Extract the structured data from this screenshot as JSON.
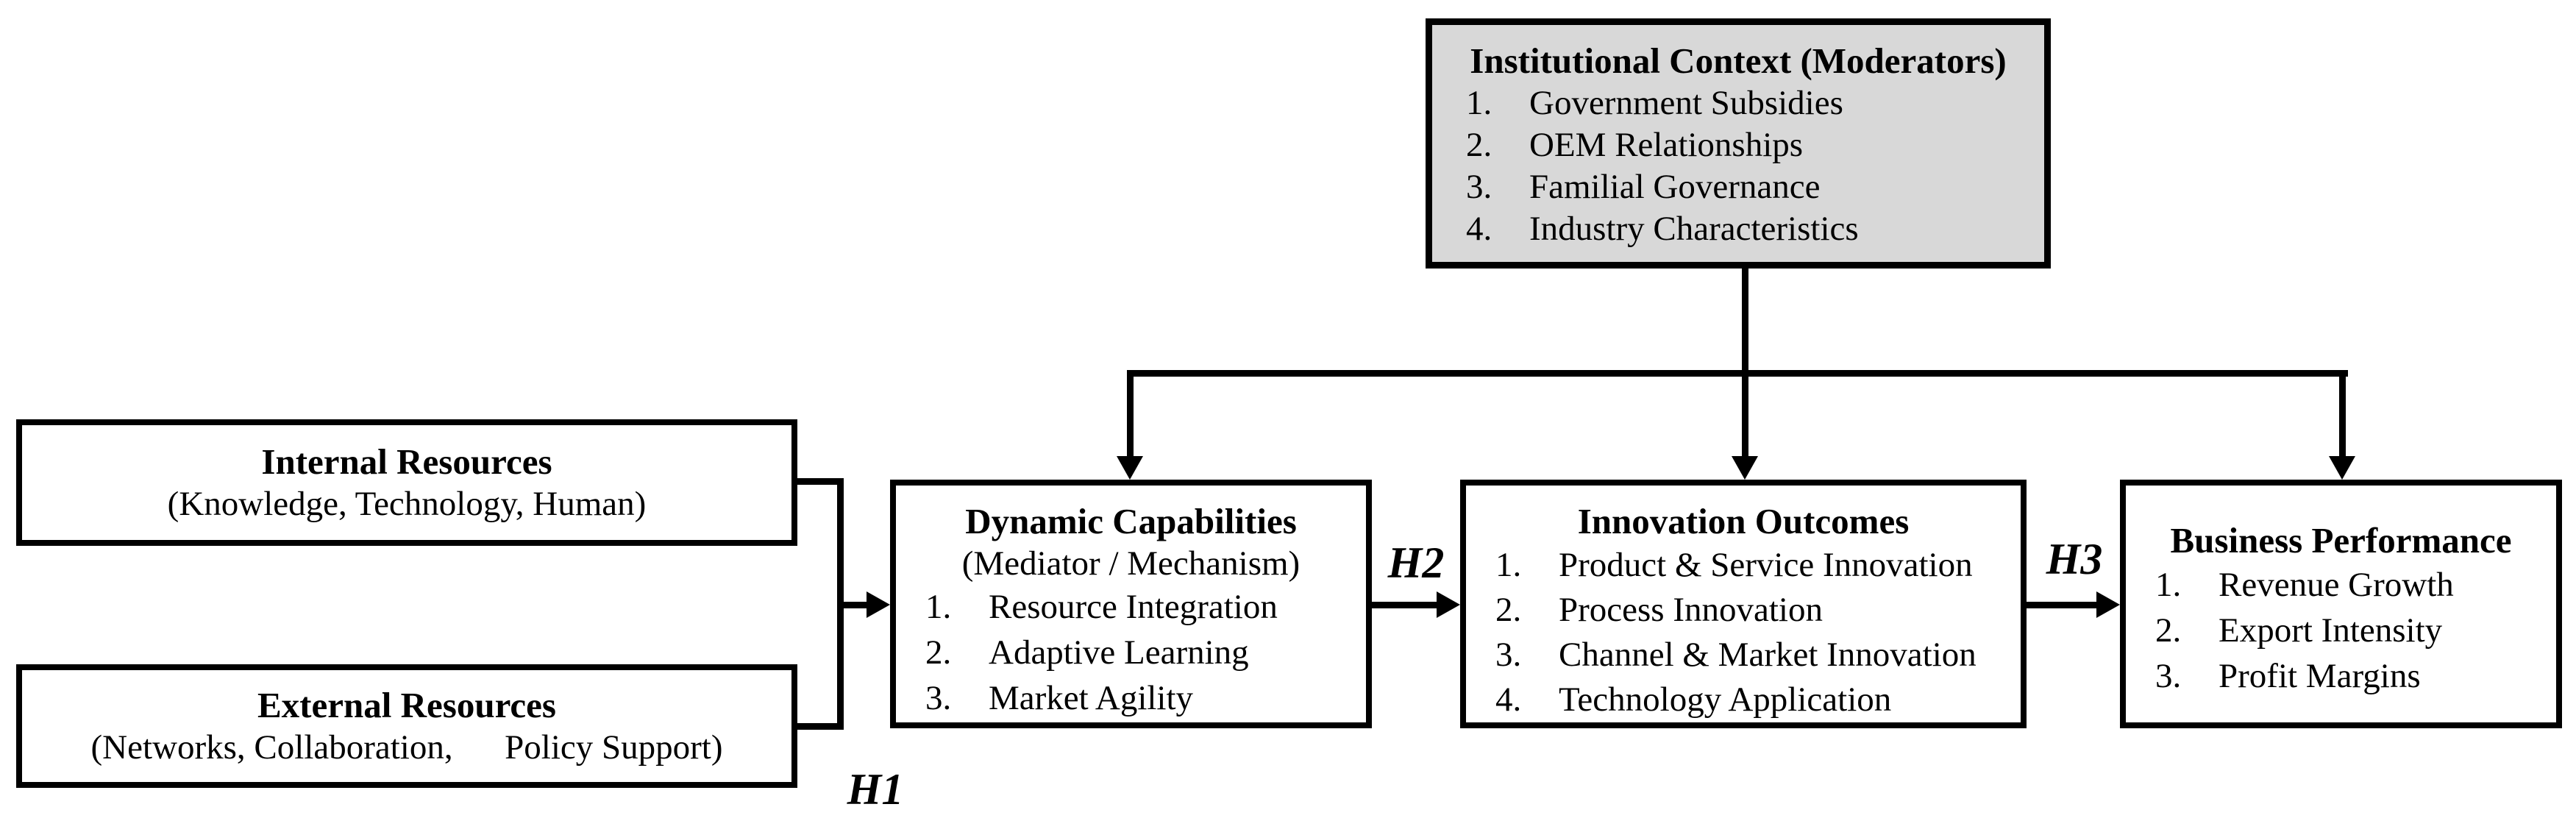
{
  "diagram": {
    "institutional_context": {
      "title": "Institutional Context (Moderators)",
      "items": [
        "Government Subsidies",
        "OEM Relationships",
        "Familial Governance",
        "Industry Characteristics"
      ]
    },
    "internal_resources": {
      "title": "Internal Resources",
      "subtitle": "(Knowledge, Technology, Human)"
    },
    "external_resources": {
      "title": "External Resources",
      "subtitle": "(Networks, Collaboration,      Policy Support)"
    },
    "dynamic_capabilities": {
      "title": "Dynamic Capabilities",
      "subtitle": "(Mediator / Mechanism)",
      "items": [
        "Resource Integration",
        "Adaptive Learning",
        "Market Agility"
      ]
    },
    "innovation_outcomes": {
      "title": "Innovation Outcomes",
      "items": [
        "Product & Service Innovation",
        "Process Innovation",
        "Channel & Market Innovation",
        "Technology Application"
      ]
    },
    "business_performance": {
      "title": "Business Performance",
      "items": [
        "Revenue Growth",
        "Export Intensity",
        "Profit Margins"
      ]
    },
    "hypothesis_labels": {
      "h1": "H1",
      "h2": "H2",
      "h3": "H3"
    },
    "colors": {
      "moderator_fill": "#d8d8d8",
      "line": "#000000",
      "background": "#ffffff"
    }
  }
}
